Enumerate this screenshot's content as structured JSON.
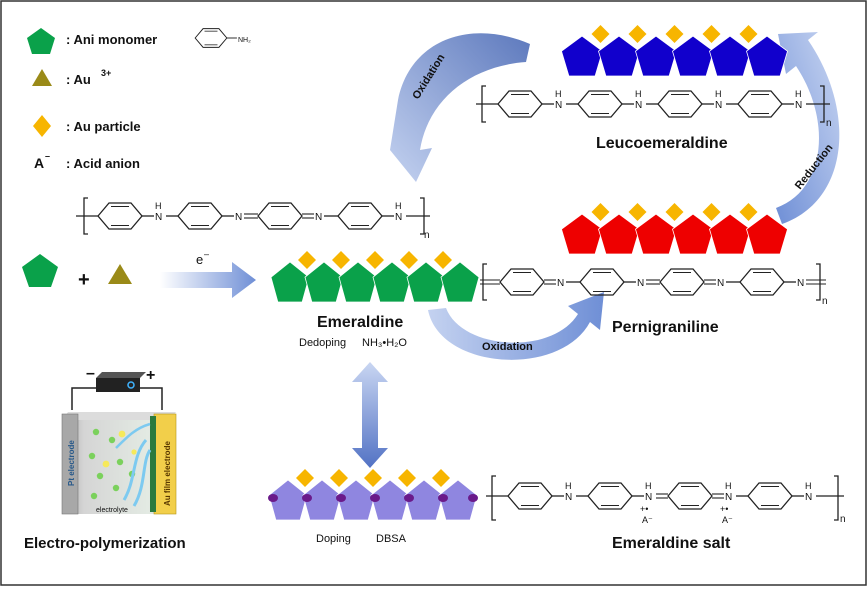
{
  "legend": {
    "ani_label": ":  Ani monomer",
    "nh2_label": "NH₂",
    "au3_label": ":  Au",
    "au3_sup": "3+",
    "au_particle_label": ":  Au particle",
    "anion_symbol": "A",
    "anion_sup": "–",
    "anion_label": ":  Acid anion"
  },
  "reaction": {
    "plus": "+",
    "electron": "e",
    "electron_sup": "–"
  },
  "labels": {
    "leucoemeraldine": "Leucoemeraldine",
    "emeraldine": "Emeraldine",
    "pernigraniline": "Pernigraniline",
    "emeraldine_salt": "Emeraldine salt",
    "oxidation_top": "Oxidation",
    "oxidation_mid": "Oxidation",
    "reduction": "Reduction",
    "dedoping": "Dedoping",
    "nh3": "NH₃•H₂O",
    "doping": "Doping",
    "dbsa": "DBSA",
    "electro": "Electro-polymerization"
  },
  "chem": {
    "N": "N",
    "H": "H",
    "n": "n",
    "plus_dot": "+•",
    "anion": "A⁻"
  },
  "cell": {
    "minus": "–",
    "plus": "+",
    "pt_electrode": "Pt electrode",
    "au_electrode": "Au film electrode",
    "electrolyte": "electrolyte"
  },
  "colors": {
    "green": "#0aa14a",
    "blue_poly": "#1100cc",
    "red_poly": "#ee0000",
    "purple": "#8f86e0",
    "gold": "#f7b500",
    "olive": "#9a8a18",
    "arrow": "#6f8fd6"
  }
}
